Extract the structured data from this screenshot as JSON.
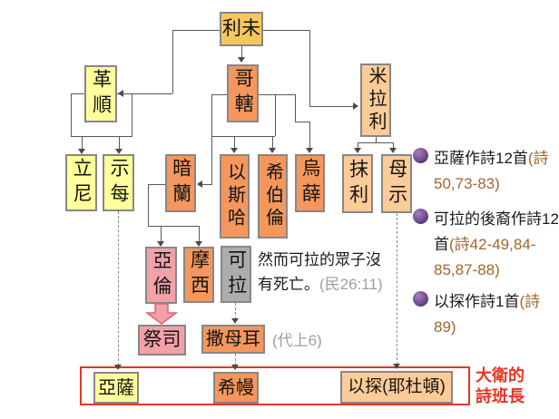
{
  "nodes": {
    "levi": {
      "label": "利未"
    },
    "gershon": {
      "label": "革順"
    },
    "kohath": {
      "label": "哥轄"
    },
    "merari": {
      "label": "米拉利"
    },
    "libni": {
      "label": "立尼"
    },
    "shimei": {
      "label": "示每"
    },
    "amram": {
      "label": "暗蘭"
    },
    "izhar": {
      "label": "以斯哈"
    },
    "hebron": {
      "label": "希伯倫"
    },
    "uzziel": {
      "label": "烏薛"
    },
    "mahli": {
      "label": "抹利"
    },
    "mushi": {
      "label": "母示"
    },
    "aaron": {
      "label": "亞倫"
    },
    "moses": {
      "label": "摩西"
    },
    "korah": {
      "label": "可拉"
    },
    "priest": {
      "label": "祭司"
    },
    "samuel": {
      "label": "撒母耳"
    },
    "asaph": {
      "label": "亞薩"
    },
    "heman": {
      "label": "希幔"
    },
    "ethan": {
      "label": "以探(耶杜頓)"
    }
  },
  "annotations": {
    "korah_note_text": "然而可拉的眾子沒有死亡。",
    "korah_note_ref": "(民26:11)",
    "samuel_ref": "(代上6)",
    "choir_label": "大衛的詩班長"
  },
  "bullets": [
    {
      "text": "亞薩作詩12首",
      "ref": "(詩50,73-83)"
    },
    {
      "text": "可拉的後裔作詩12首",
      "ref": "(詩42-49,84-85,87-88)"
    },
    {
      "text": "以探作詩1首",
      "ref": "(詩89)"
    }
  ],
  "colors": {
    "golden": "#F7C75F",
    "yellow": "#FFFF9B",
    "orange": "#F5975C",
    "peach": "#FBCB98",
    "pink": "#F3A1A8",
    "graybox": "#ACACAC",
    "red": "#EA3323",
    "brown": "#A2662F",
    "notegray": "#9E9E9E",
    "purple": "#6F4D8F",
    "line": "#595959"
  }
}
